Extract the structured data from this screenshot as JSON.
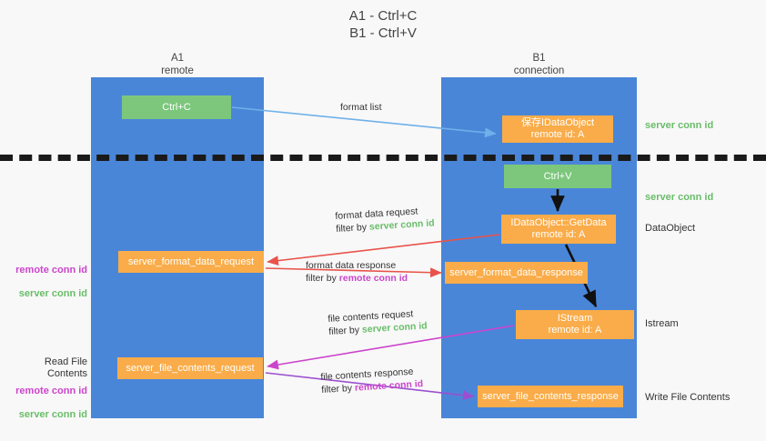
{
  "title": "A1 - Ctrl+C\nB1 - Ctrl+V",
  "colors": {
    "lane": "#4a86d8",
    "green_box": "#7cc77c",
    "orange_box": "#f9ac49",
    "server_conn_id": "#69bd69",
    "remote_conn_id": "#cc44cc",
    "divider": "#1a1a1a",
    "arrow_blue": "#6fb0e8",
    "arrow_red": "#e8534a",
    "arrow_magenta": "#cc44cc",
    "arrow_purple": "#9b4fd0",
    "arrow_black": "#111111",
    "background": "#f8f8f8"
  },
  "lanes": [
    {
      "id": "a1",
      "title": "A1\nremote"
    },
    {
      "id": "b1",
      "title": "B1\nconnection"
    }
  ],
  "boxes": {
    "ctrl_c": "Ctrl+C",
    "save_idataobject": "保存IDataObject\nremote id: A",
    "ctrl_v": "Ctrl+V",
    "getdata": "IDataObject::GetData\nremote id: A",
    "istream": "IStream\nremote id: A",
    "server_format_data_request": "server_format_data_request",
    "server_format_data_response": "server_format_data_response",
    "server_file_contents_request": "server_file_contents_request",
    "server_file_contents_response": "server_file_contents_response"
  },
  "right_notes": {
    "server_conn_id_top": "server conn id",
    "server_conn_id_mid": "server conn id",
    "dataobject": "DataObject",
    "istream": "Istream",
    "write_file_contents": "Write File Contents"
  },
  "left_notes": {
    "ids_top": "remote conn id\nserver conn id",
    "read_file_contents": "Read File Contents",
    "ids_bottom": "remote conn id\nserver conn id"
  },
  "edges": {
    "format_list": "format list",
    "format_data_request": "format data request",
    "format_data_request_filter_prefix": "filter by ",
    "format_data_request_filter_value": "server conn id",
    "format_data_response": "format data response",
    "format_data_response_filter_prefix": "filter by ",
    "format_data_response_filter_value": "remote conn id",
    "file_contents_request": "file contents request",
    "file_contents_request_filter_prefix": "filter by ",
    "file_contents_request_filter_value": "server conn id",
    "file_contents_response": "file contents response",
    "file_contents_response_filter_prefix": "filter by ",
    "file_contents_response_filter_value": "remote conn id"
  }
}
